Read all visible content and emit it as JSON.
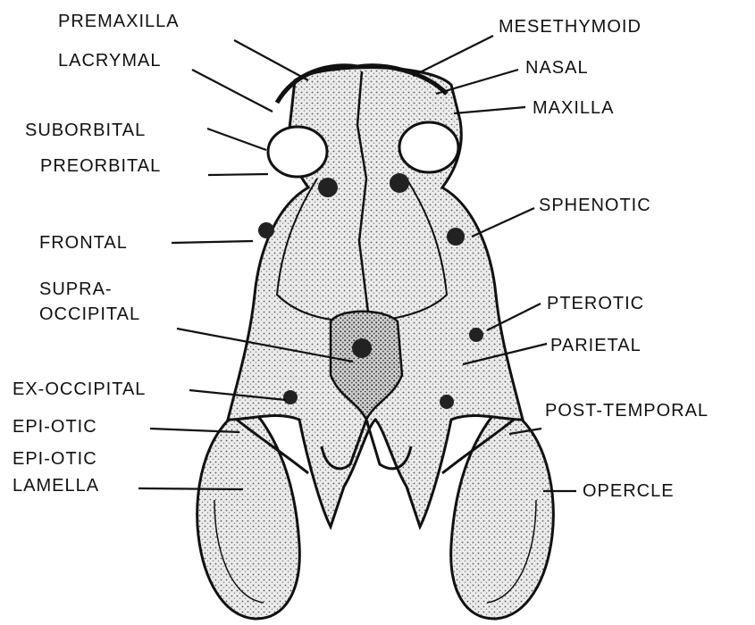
{
  "diagram": {
    "labels": {
      "premaxilla": "PREMAXILLA",
      "lacrymal": "LACRYMAL",
      "suborbital": "SUBORBITAL",
      "preorbital": "PREORBITAL",
      "frontal": "FRONTAL",
      "supraoccipital_1": "SUPRA-",
      "supraoccipital_2": "OCCIPITAL",
      "exoccipital": "EX-OCCIPITAL",
      "epiotic": "EPI-OTIC",
      "epiotic_lamella_1": "EPI-OTIC",
      "epiotic_lamella_2": "LAMELLA",
      "mesethmoid": "MESETHYMOID",
      "nasal": "NASAL",
      "maxilla": "MAXILLA",
      "sphenotic": "SPHENOTIC",
      "pterotic": "PTEROTIC",
      "parietal": "PARIETAL",
      "post_temporal": "POST-TEMPORAL",
      "opercle": "OPERCLE"
    },
    "colors": {
      "ink": "#111111",
      "bone_fill": "#e9e9e9",
      "dark_fill": "#bdbdbd",
      "background": "#ffffff"
    }
  }
}
